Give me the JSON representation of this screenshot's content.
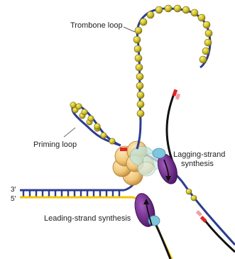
{
  "labels": {
    "trombone_loop": "Trombone loop",
    "priming_loop": "Priming loop",
    "lagging_line1": "Lagging-strand",
    "lagging_line2": "synthesis",
    "leading": "Leading-strand synthesis",
    "three_prime": "3′",
    "five_prime": "5′"
  },
  "colors": {
    "template_strand": "#2c3d8f",
    "leading_strand": "#f2c500",
    "lagging_strand": "#111111",
    "bead": "#d6c62a",
    "polymerase": "#6b2a86",
    "helicase": "#f1c77a",
    "clamp": "#7fc6dd",
    "primer_red": "#e02626",
    "primer_pink": "#f2a0a8"
  }
}
